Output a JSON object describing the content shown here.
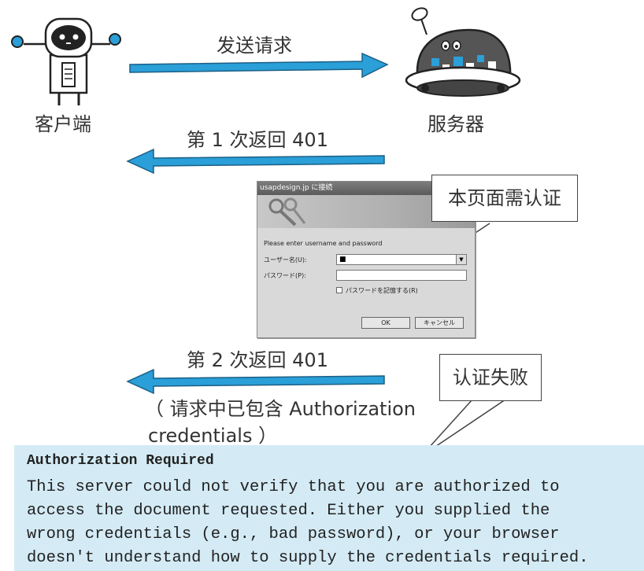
{
  "client": {
    "label": "客户端"
  },
  "server": {
    "label": "服务器"
  },
  "arrows": {
    "request_label": "发送请求",
    "first_401_label": "第 1 次返回 401",
    "second_401_label": "第 2 次返回 401",
    "second_note_line1": "（ 请求中已包含 Authorization",
    "second_note_line2": "credentials ）"
  },
  "callouts": {
    "auth_needed": "本页面需认证",
    "auth_failed": "认证失败"
  },
  "dialog": {
    "title": "usapdesign.jp に接続",
    "prompt": "Please enter username and password",
    "username_label": "ユーザー名(U):",
    "username_value": "",
    "password_label": "パスワード(P):",
    "remember_label": "パスワードを記憶する(R)",
    "ok_label": "OK",
    "cancel_label": "キャンセル"
  },
  "error_message": {
    "title": "Authorization Required",
    "lines": [
      "This server could not verify that you are authorized to",
      "access the document requested. Either you supplied the",
      "wrong credentials (e.g., bad password), or your browser",
      "doesn't understand how to supply the credentials required."
    ]
  },
  "colors": {
    "arrow": "#2a9fd8",
    "panel": "#d4ebf5"
  }
}
